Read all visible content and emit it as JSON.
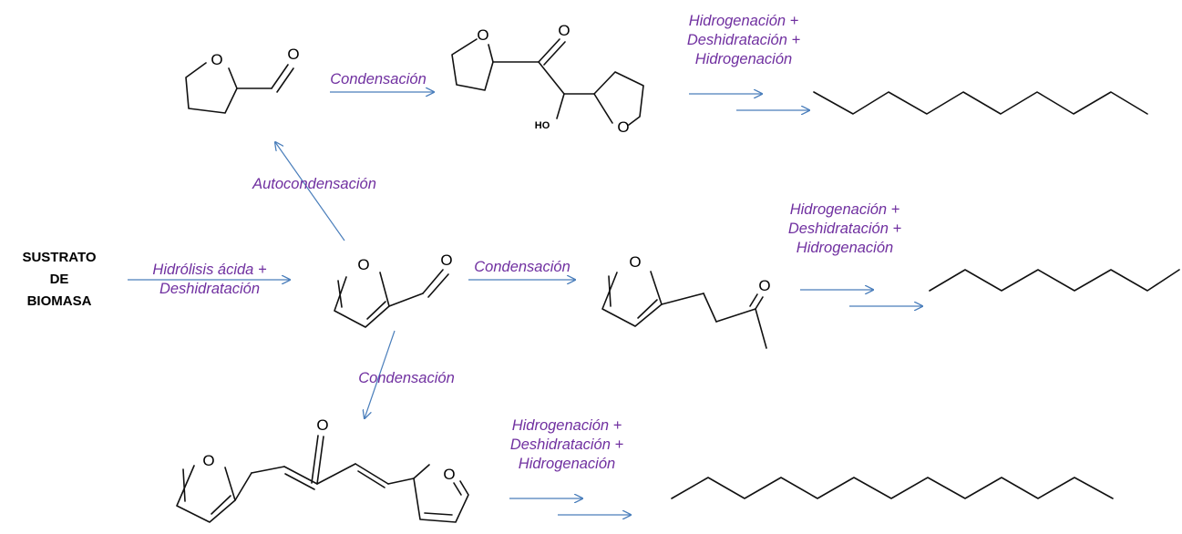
{
  "substrate": {
    "line1": "SUSTRATO",
    "line2": "DE",
    "line3": "BIOMASA"
  },
  "steps": {
    "hydrolysis": {
      "line1": "Hidrólisis ácida +",
      "line2": "Deshidratación"
    },
    "autocondensation": "Autocondensación",
    "condensation_top": "Condensación",
    "condensation_mid": "Condensación",
    "condensation_bottom": "Condensación",
    "hdo_top": {
      "line1": "Hidrogenación +",
      "line2": "Deshidratación +",
      "line3": "Hidrogenación"
    },
    "hdo_mid": {
      "line1": "Hidrogenación +",
      "line2": "Deshidratación +",
      "line3": "Hidrogenación"
    },
    "hdo_bottom": {
      "line1": "Hidrogenación +",
      "line2": "Deshidratación +",
      "line3": "Hidrogenación"
    }
  },
  "atoms": {
    "oxygen": "O",
    "hydroxyl": "HO"
  },
  "colors": {
    "label": "#7030a0",
    "arrow": "#4a7ebb",
    "bond": "#111111"
  }
}
